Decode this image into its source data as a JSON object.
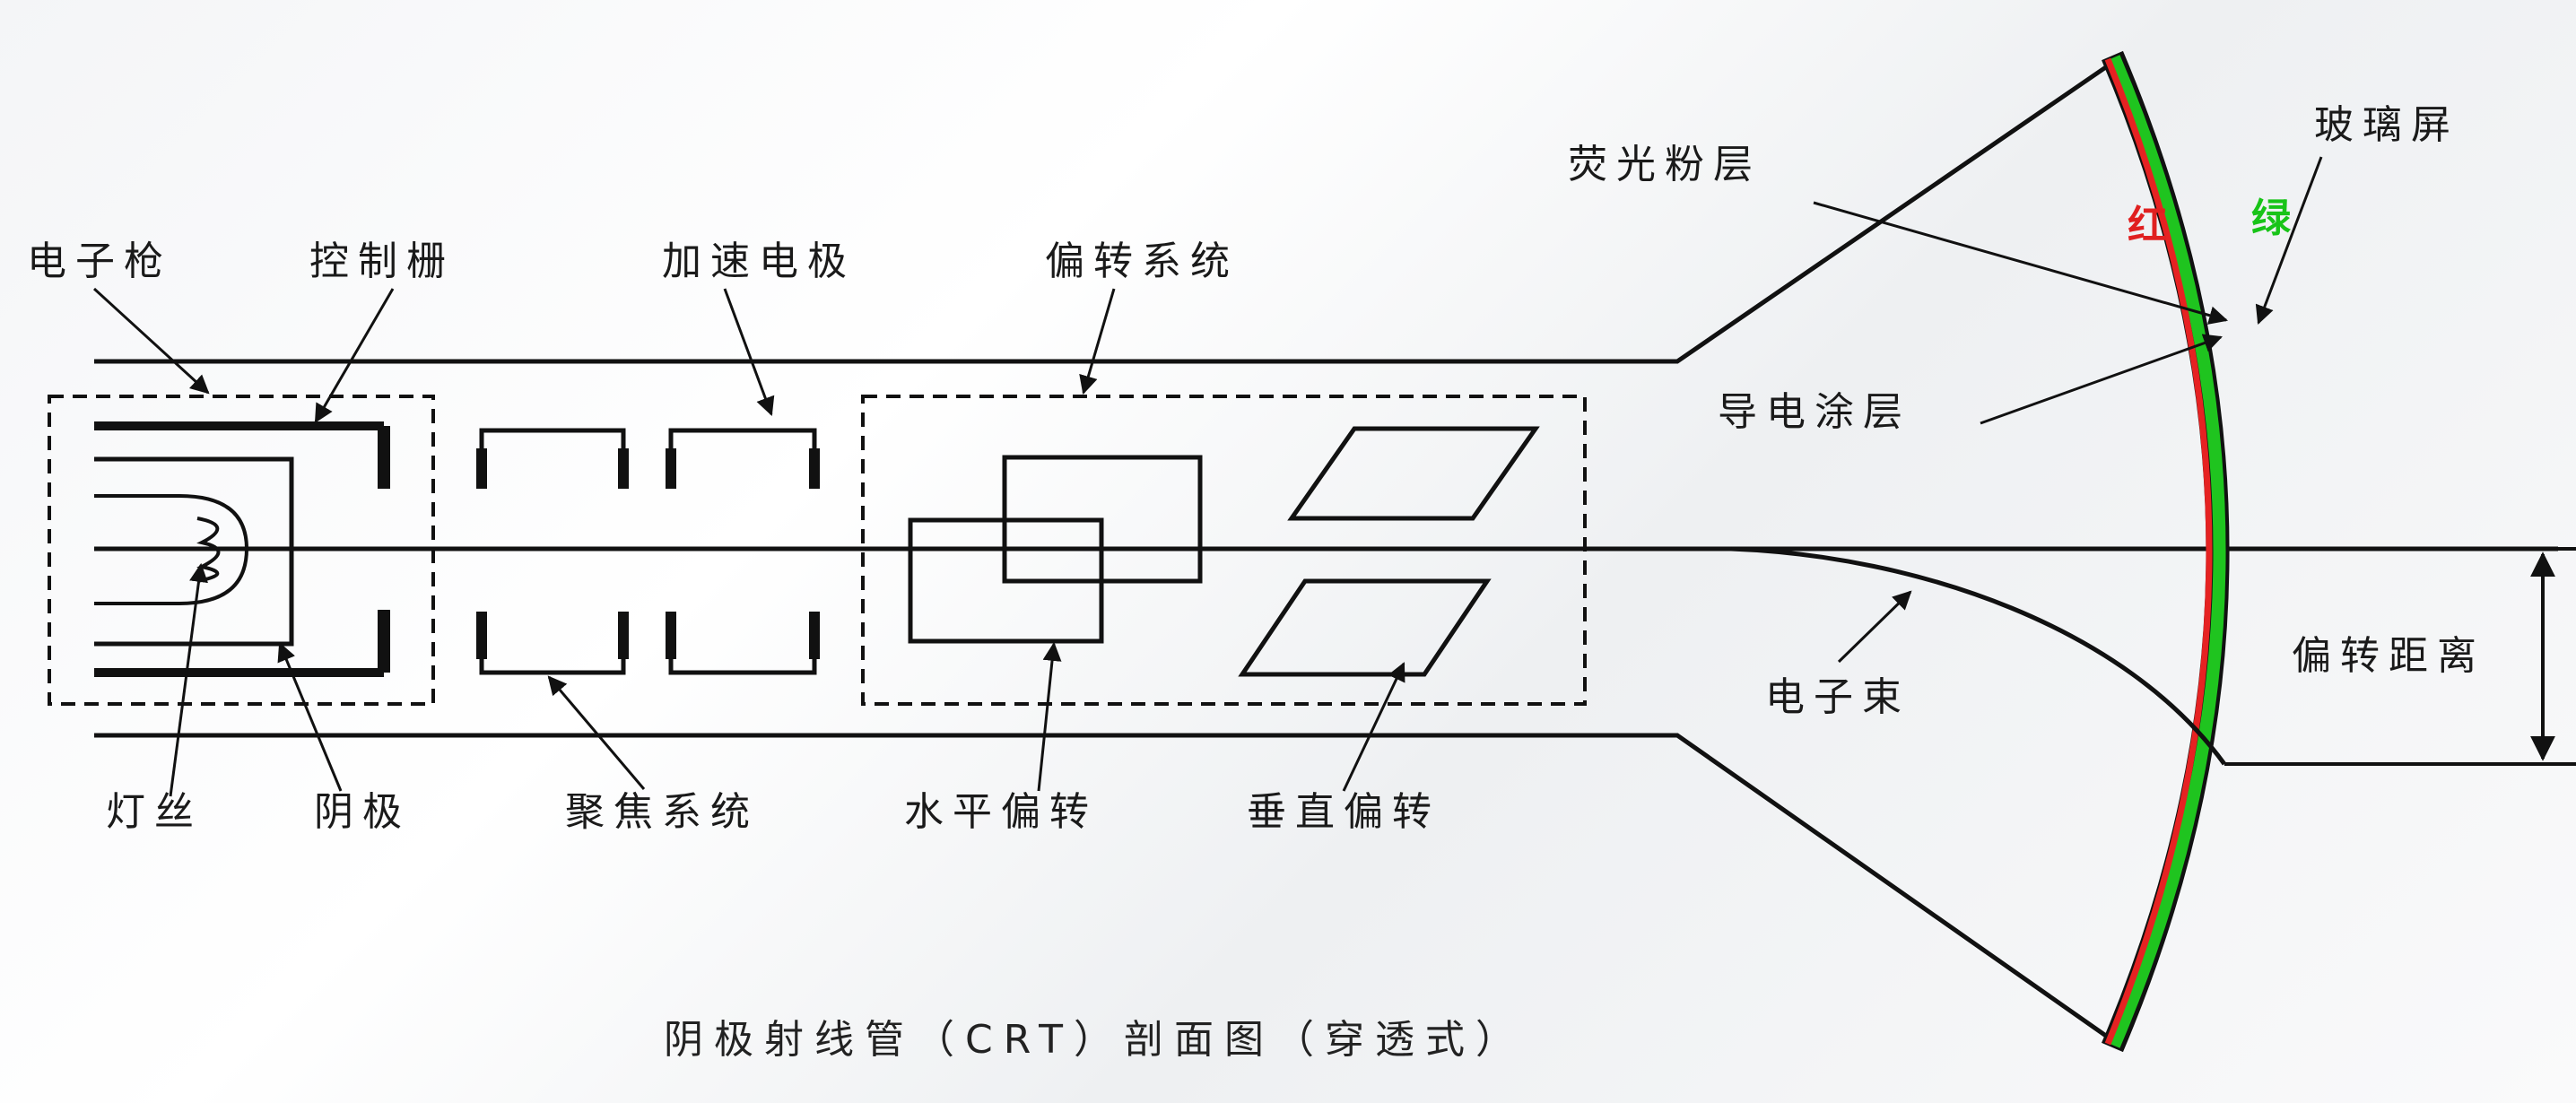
{
  "labels": {
    "electron_gun": "电子枪",
    "control_grid": "控制栅",
    "accelerating_electrode": "加速电极",
    "deflection_system": "偏转系统",
    "filament": "灯丝",
    "cathode": "阴极",
    "focusing_system": "聚焦系统",
    "horizontal_deflection": "水平偏转",
    "vertical_deflection": "垂直偏转",
    "phosphor_layer": "荧光粉层",
    "glass_screen": "玻璃屏",
    "conductive_coating": "导电涂层",
    "electron_beam": "电子束",
    "deflection_distance": "偏转距离",
    "red": "红",
    "green": "绿"
  },
  "caption": "阴极射线管（CRT）剖面图（穿透式）",
  "colors": {
    "line": "#111111",
    "phosphor_red": "#e62222",
    "phosphor_green": "#1fc41f"
  }
}
